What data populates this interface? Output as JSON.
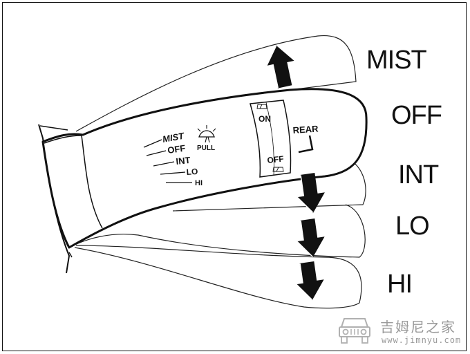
{
  "positions": [
    "MIST",
    "OFF",
    "INT",
    "LO",
    "HI"
  ],
  "stalk": {
    "front_labels": [
      "MIST",
      "OFF",
      "INT",
      "LO",
      "HI"
    ],
    "pull_label": "PULL",
    "rear_on_label": "ON",
    "rear_off_label": "OFF",
    "rear_label": "REAR"
  },
  "watermark": {
    "name_cn": "吉姆尼之家",
    "url": "www.jimnyu.com"
  }
}
